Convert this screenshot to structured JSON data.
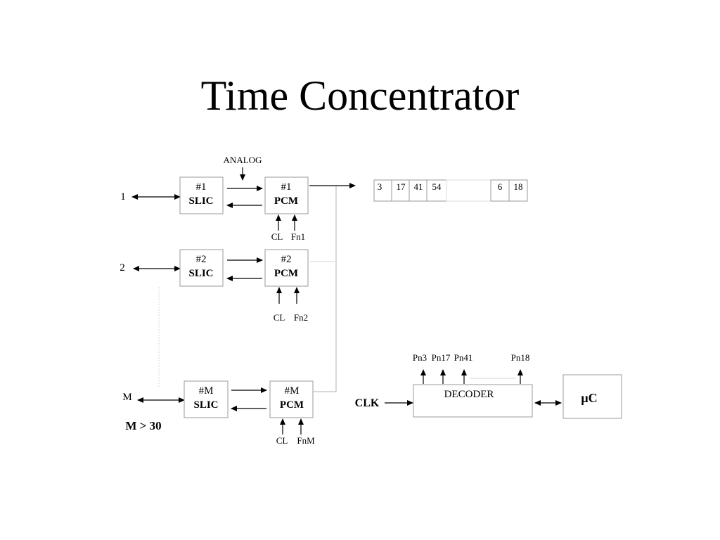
{
  "title": "Time Concentrator",
  "analog_label": "ANALOG",
  "lines": [
    {
      "id": "1",
      "slic_num": "#1",
      "slic": "SLIC",
      "pcm_num": "#1",
      "pcm": "PCM",
      "cl": "CL",
      "fn": "Fn1"
    },
    {
      "id": "2",
      "slic_num": "#2",
      "slic": "SLIC",
      "pcm_num": "#2",
      "pcm": "PCM",
      "cl": "CL",
      "fn": "Fn2"
    },
    {
      "id": "M",
      "slic_num": "#M",
      "slic": "SLIC",
      "pcm_num": "#M",
      "pcm": "PCM",
      "cl": "CL",
      "fn": "FnM"
    }
  ],
  "constraint": "M > 30",
  "frame_slots": [
    "3",
    "17",
    "41",
    "54",
    "",
    "6",
    "18"
  ],
  "clk_label": "CLK",
  "decoder_label": "DECODER",
  "decoder_outputs": [
    "Pn3",
    "Pn17",
    "Pn41",
    "Pn18"
  ],
  "uc_label": "μC"
}
